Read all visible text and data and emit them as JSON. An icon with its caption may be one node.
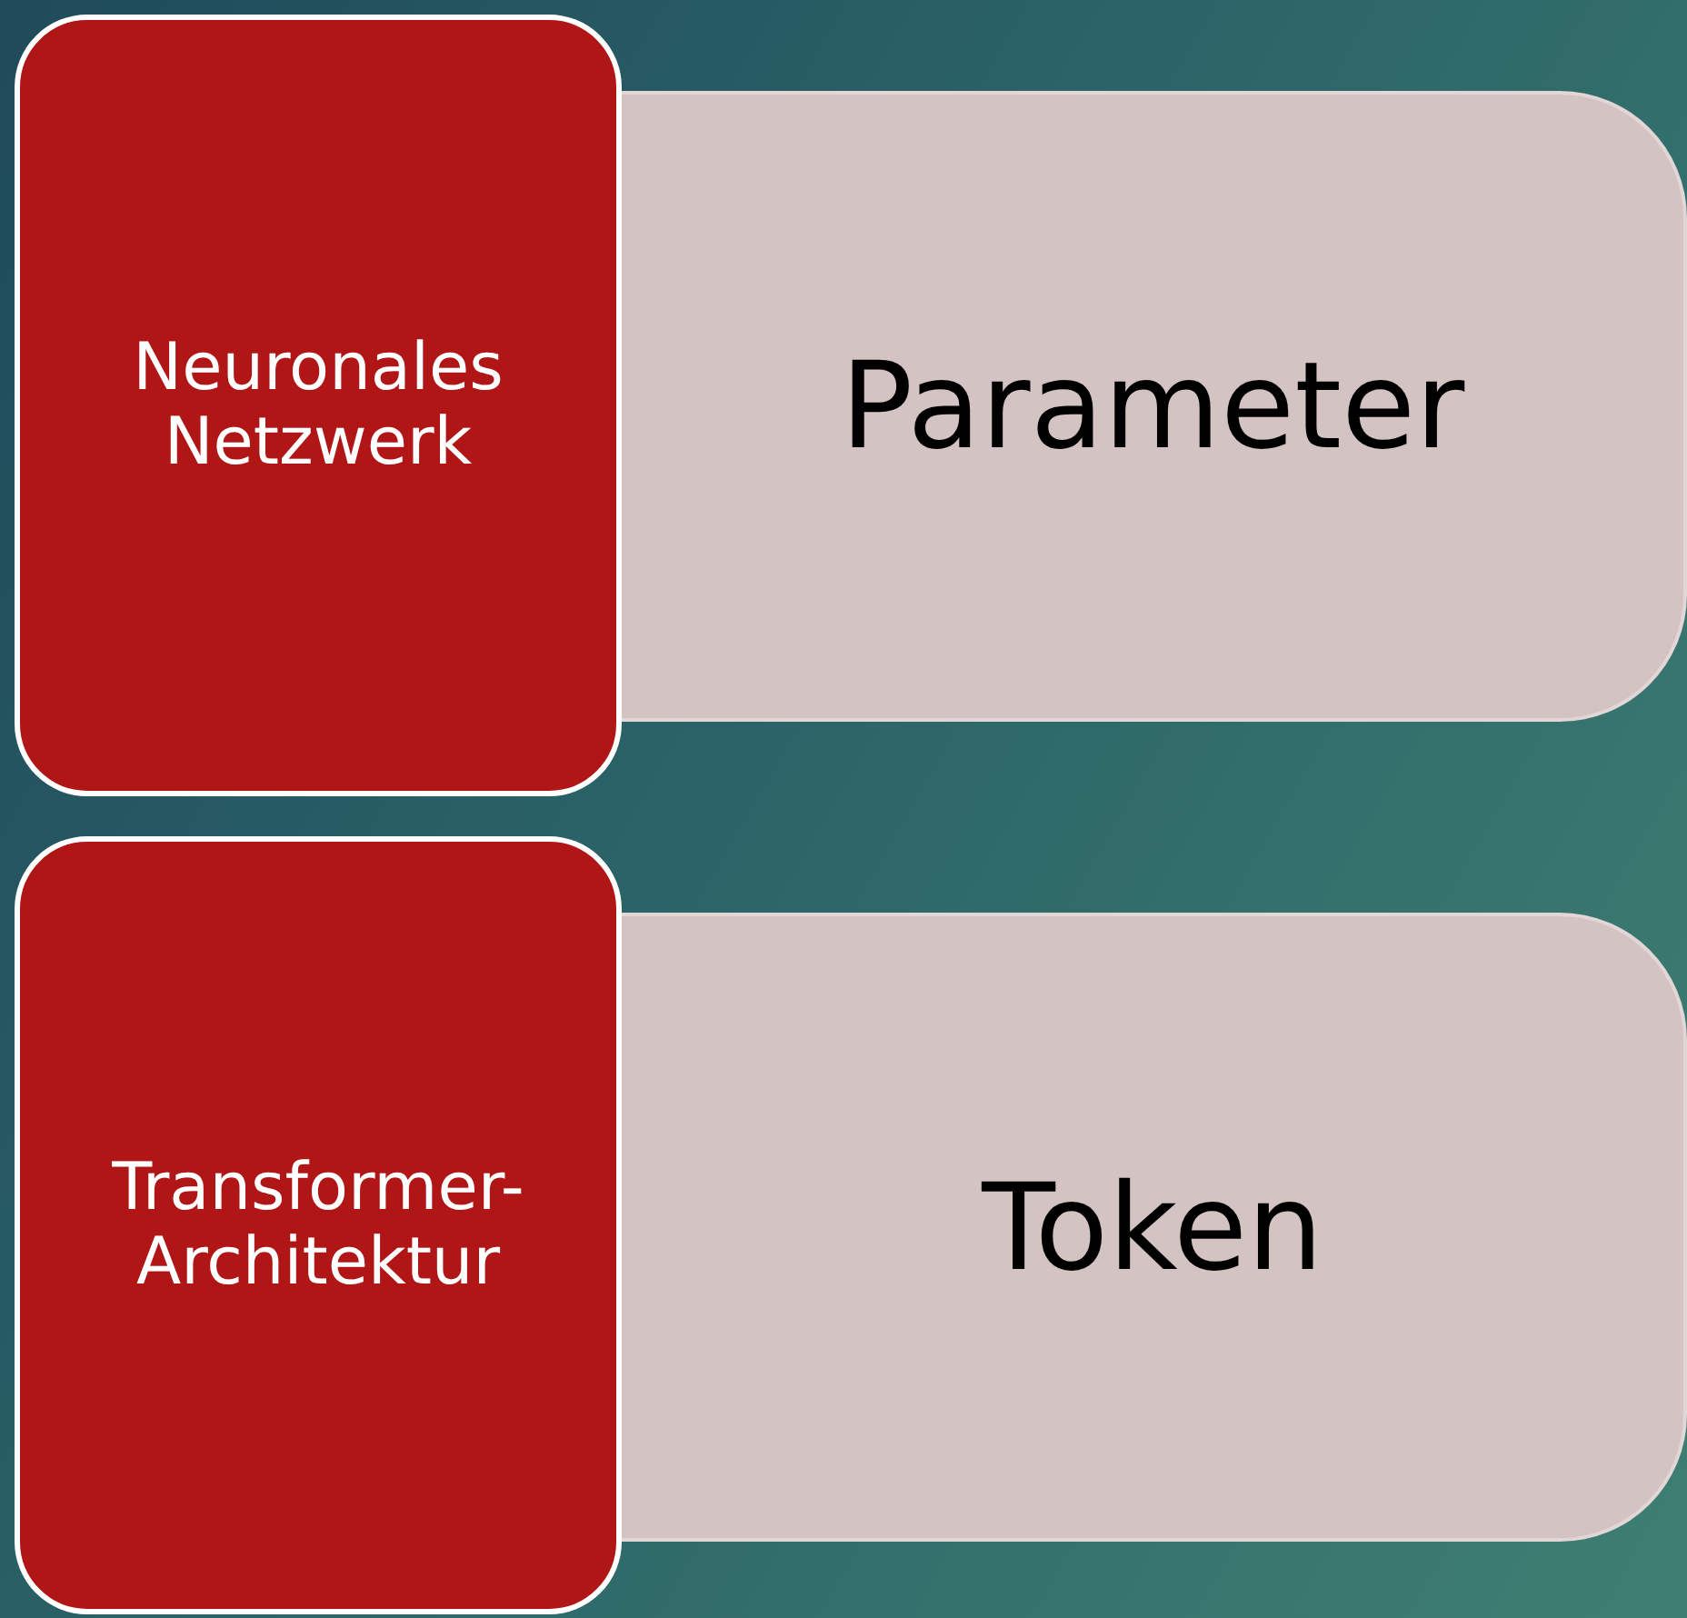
{
  "diagram": {
    "nodes": [
      {
        "text": [
          "Neuronales Netzwerk"
        ]
      },
      {
        "text": [
          "Parameter"
        ]
      },
      {
        "text": [
          "Transformer-Architektur"
        ]
      },
      {
        "text": [
          "Token"
        ]
      }
    ]
  }
}
